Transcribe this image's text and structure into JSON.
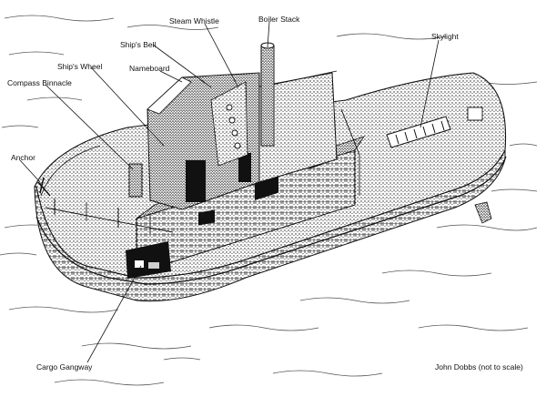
{
  "labels": {
    "steam_whistle": "Steam Whistle",
    "boiler_stack": "Boiler Stack",
    "ships_bell": "Ship's Bell",
    "ships_wheel": "Ship's Wheel",
    "nameboard": "Nameboard",
    "compass_binnacle": "Compass Binnacle",
    "anchor": "Anchor",
    "skylight": "Skylight",
    "cargo_gangway": "Cargo Gangway",
    "caption": "John Dobbs (not to scale)"
  },
  "colors": {
    "ink": "#111111",
    "paper": "#ffffff",
    "stipple": "#2a2a2a"
  }
}
